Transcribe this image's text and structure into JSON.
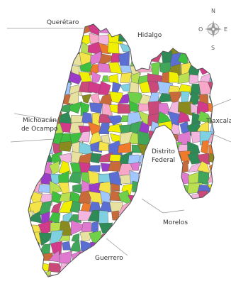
{
  "map": {
    "labels": {
      "queretaro": "Querétaro",
      "hidalgo": "Hidalgo",
      "michoacan_line1": "Michoacán",
      "michoacan_line2": "de Ocampo",
      "tlaxcala": "Tlaxcala",
      "df_line1": "Distrito",
      "df_line2": "Federal",
      "morelos": "Morelos",
      "guerrero": "Guerrero"
    },
    "compass": {
      "n": "N",
      "s": "S",
      "e": "E",
      "o": "O"
    },
    "colors": {
      "outline": "#555555",
      "palette": [
        "#6fd14a",
        "#f5e34a",
        "#e07ad0",
        "#3fbf3f",
        "#9b3cc9",
        "#ef7a2b",
        "#c94a7a",
        "#f2b6e0",
        "#8a8a1e",
        "#3fa65a",
        "#e8e2a0",
        "#5a6fd1",
        "#d13b8a",
        "#b8e050",
        "#2e8b57",
        "#f7a8c8",
        "#7fd0e0",
        "#c96a3a",
        "#f0f000",
        "#a0c8ff"
      ]
    }
  }
}
